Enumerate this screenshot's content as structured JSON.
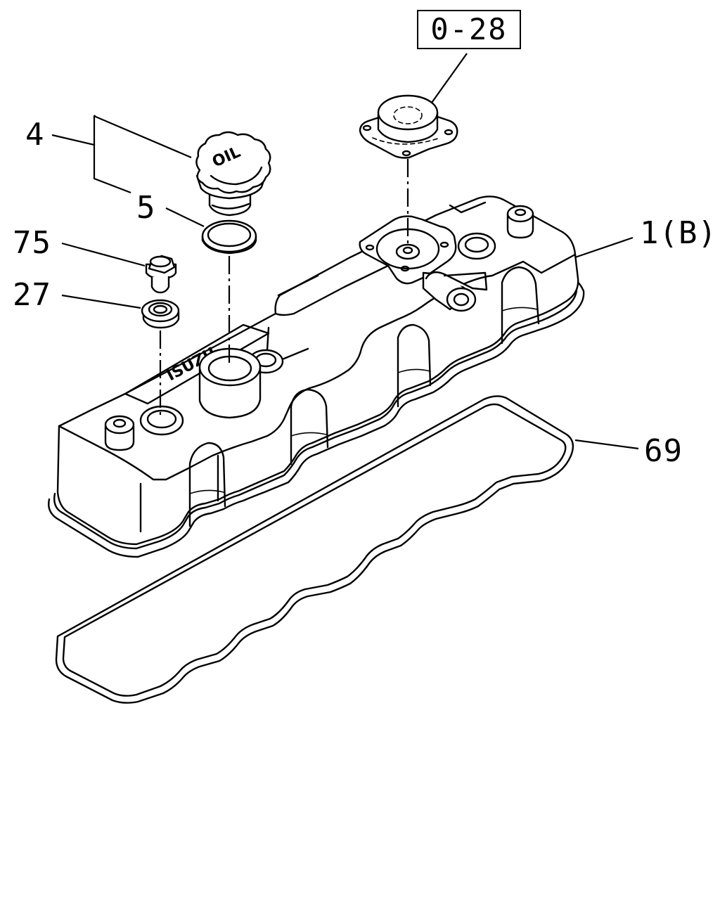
{
  "diagram": {
    "reference_box": "0-28",
    "callouts": [
      {
        "id": "4",
        "label": "4"
      },
      {
        "id": "5",
        "label": "5"
      },
      {
        "id": "75",
        "label": "75"
      },
      {
        "id": "27",
        "label": "27"
      },
      {
        "id": "1B",
        "label": "1(B)"
      },
      {
        "id": "69",
        "label": "69"
      }
    ],
    "embossed": {
      "oil_cap_text": "OIL",
      "cover_marking": "ISUZU"
    },
    "parts": [
      {
        "callout": "1(B)",
        "name": "cylinder-head-cover"
      },
      {
        "callout": "4",
        "name": "oil-filler-cap"
      },
      {
        "callout": "5",
        "name": "o-ring"
      },
      {
        "callout": "75",
        "name": "bolt"
      },
      {
        "callout": "27",
        "name": "washer"
      },
      {
        "callout": "69",
        "name": "cover-gasket"
      },
      {
        "callout": "0-28",
        "name": "ventilation-valve"
      }
    ]
  }
}
